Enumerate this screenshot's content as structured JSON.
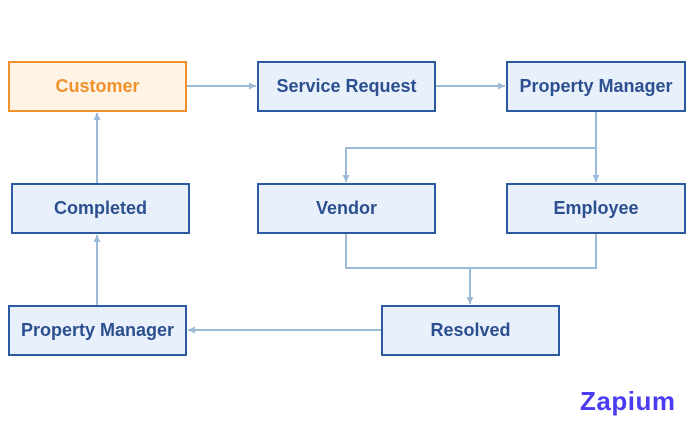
{
  "diagram": {
    "nodes": {
      "customer": "Customer",
      "service_request": "Service Request",
      "property_manager_top": "Property Manager",
      "completed": "Completed",
      "vendor": "Vendor",
      "employee": "Employee",
      "property_manager_bottom": "Property Manager",
      "resolved": "Resolved"
    },
    "edges": [
      {
        "from": "Customer",
        "to": "Service Request"
      },
      {
        "from": "Service Request",
        "to": "Property Manager"
      },
      {
        "from": "Property Manager",
        "to": "Vendor"
      },
      {
        "from": "Property Manager",
        "to": "Employee"
      },
      {
        "from": "Vendor",
        "to": "Resolved"
      },
      {
        "from": "Employee",
        "to": "Resolved"
      },
      {
        "from": "Resolved",
        "to": "Property Manager"
      },
      {
        "from": "Property Manager",
        "to": "Completed"
      },
      {
        "from": "Completed",
        "to": "Customer"
      }
    ],
    "colors": {
      "node_fill": "#e8f0fb",
      "node_border": "#2c5aa0",
      "node_text": "#2c4f8f",
      "highlight_fill": "#fff3e6",
      "highlight_border": "#f0922c",
      "connector": "#9bbbd9"
    }
  },
  "brand": {
    "logo_text": "Zapium",
    "color": "#4b3cf0"
  }
}
